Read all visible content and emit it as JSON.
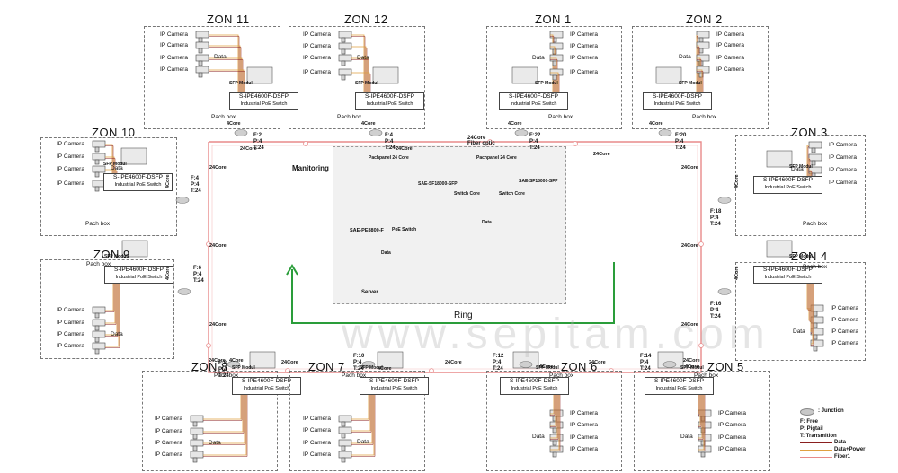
{
  "zones": [
    {
      "id": "z11",
      "title": "ZON 11",
      "switch": "S-IPE4600F-DSFP",
      "switch_sub": "Industrial PoE Switch",
      "sfp": "SFP Modul",
      "pach": "Pach box",
      "data": "Data",
      "cams": [
        "IP Camera",
        "IP Camera",
        "IP Camera",
        "IP Camera"
      ],
      "core": "4Core",
      "fpt": [
        "F:2",
        "P:4",
        "T:24"
      ]
    },
    {
      "id": "z12",
      "title": "ZON 12",
      "switch": "S-IPE4600F-DSFP",
      "switch_sub": "Industrial PoE Switch",
      "sfp": "SFP Modul",
      "pach": "Pach box",
      "data": "Data",
      "cams": [
        "IP Camera",
        "IP Camera",
        "IP Camera",
        "IP Camera"
      ],
      "core": "4Core",
      "fpt": [
        "F:4",
        "P:4",
        "T:24"
      ]
    },
    {
      "id": "z1",
      "title": "ZON 1",
      "switch": "S-IPE4600F-DSFP",
      "switch_sub": "Industrial PoE Switch",
      "sfp": "SFP Modul",
      "pach": "Pach box",
      "data": "Data",
      "cams": [
        "IP Camera",
        "IP Camera",
        "IP Camera",
        "IP Camera"
      ],
      "core": "4Core",
      "fpt": [
        "F:22",
        "P:4",
        "T:24"
      ]
    },
    {
      "id": "z2",
      "title": "ZON 2",
      "switch": "S-IPE4600F-DSFP",
      "switch_sub": "Industrial PoE Switch",
      "sfp": "SFP Modul",
      "pach": "Pach box",
      "data": "Data",
      "cams": [
        "IP Camera",
        "IP Camera",
        "IP Camera",
        "IP Camera"
      ],
      "core": "4Core",
      "fpt": [
        "F:20",
        "P:4",
        "T:24"
      ]
    },
    {
      "id": "z10",
      "title": "ZON 10",
      "switch": "S-IPE4600F-DSFP",
      "switch_sub": "Industrial PoE Switch",
      "sfp": "SFP Modul",
      "pach": "Pach box",
      "data": "Data",
      "cams": [
        "IP Camera",
        "IP Camera",
        "IP Camera",
        "IP Camera"
      ],
      "core": "4Core",
      "fpt": [
        "F:4",
        "P:4",
        "T:24"
      ]
    },
    {
      "id": "z3",
      "title": "ZON 3",
      "switch": "S-IPE4600F-DSFP",
      "switch_sub": "Industrial PoE Switch",
      "sfp": "SFP Modul",
      "pach": "Pach box",
      "data": "Data",
      "cams": [
        "IP Camera",
        "IP Camera",
        "IP Camera",
        "IP Camera"
      ],
      "core": "4Core",
      "fpt": [
        "F:18",
        "P:4",
        "T:24"
      ]
    },
    {
      "id": "z9",
      "title": "ZON 9",
      "switch": "S-IPE4600F-DSFP",
      "switch_sub": "Industrial PoE Switch",
      "sfp": "SFP Modul",
      "pach": "Pach box",
      "data": "Data",
      "cams": [
        "IP Camera",
        "IP Camera",
        "IP Camera",
        "IP Camera"
      ],
      "core": "4Core",
      "fpt": [
        "F:6",
        "P:4",
        "T:24"
      ]
    },
    {
      "id": "z4",
      "title": "ZON 4",
      "switch": "S-IPE4600F-DSFP",
      "switch_sub": "Industrial PoE Switch",
      "sfp": "SFP Modul",
      "pach": "Pach box",
      "data": "Data",
      "cams": [
        "IP Camera",
        "IP Camera",
        "IP Camera",
        "IP Camera"
      ],
      "core": "4Core",
      "fpt": [
        "F:16",
        "P:4",
        "T:24"
      ]
    },
    {
      "id": "z8",
      "title": "ZON 8",
      "switch": "S-IPE4600F-DSFP",
      "switch_sub": "Industrial PoE Switch",
      "sfp": "SFP Modul",
      "pach": "Pach box",
      "data": "Data",
      "cams": [
        "IP Camera",
        "IP Camera",
        "IP Camera",
        "IP Camera"
      ],
      "core": "4Core",
      "fpt": [
        "F:8",
        "P:4",
        "T:24"
      ]
    },
    {
      "id": "z7",
      "title": "ZON 7",
      "switch": "S-IPE4600F-DSFP",
      "switch_sub": "Industrial PoE Switch",
      "sfp": "SFP Modul",
      "pach": "Pach box",
      "data": "Data",
      "cams": [
        "IP Camera",
        "IP Camera",
        "IP Camera",
        "IP Camera"
      ],
      "core": "4Core",
      "fpt": [
        "F:10",
        "P:4",
        "T:24"
      ]
    },
    {
      "id": "z6",
      "title": "ZON 6",
      "switch": "S-IPE4600F-DSFP",
      "switch_sub": "Industrial PoE Switch",
      "sfp": "SFP Modul",
      "pach": "Pach box",
      "data": "Data",
      "cams": [
        "IP Camera",
        "IP Camera",
        "IP Camera",
        "IP Camera"
      ],
      "core": "4Core",
      "fpt": [
        "F:12",
        "P:4",
        "T:24"
      ]
    },
    {
      "id": "z5",
      "title": "ZON 5",
      "switch": "S-IPE4600F-DSFP",
      "switch_sub": "Industrial PoE Switch",
      "sfp": "SFP Modul",
      "pach": "Pach box",
      "data": "Data",
      "cams": [
        "IP Camera",
        "IP Camera",
        "IP Camera",
        "IP Camera"
      ],
      "core": "4Core",
      "fpt": [
        "F:14",
        "P:4",
        "T:24"
      ]
    }
  ],
  "ring_core_labels": [
    "24Core",
    "24Core",
    "24Core",
    "24Core",
    "24Core",
    "24Core",
    "24Core",
    "24Core",
    "24Core",
    "24Core",
    "24Core",
    "24Core",
    "24Core",
    "24Core"
  ],
  "fiber_optic": "Fiber optic",
  "fiber_core": "24Core",
  "monitoring": {
    "title": "Manitoring",
    "patchpanel_1": "Pachpanel 24 Core",
    "patchpanel_2": "Pachpanel 24 Core",
    "sfp_1": "SAE-SF18000-SFP",
    "sfp_2": "SAE-SF18000-SFP",
    "core_1": "Switch Core",
    "core_2": "Switch Core",
    "poe_model": "SAE-PE8800-F",
    "poe_label": "PoE Switch",
    "data_1": "Data",
    "data_2": "Data",
    "server": "Server"
  },
  "ring_label": "Ring",
  "watermark": "www.sepitam.com",
  "legend": {
    "junction": ": Junction",
    "free": "F: Free",
    "pigtail": "P: Pigtail",
    "transmition": "T: Transmition",
    "data": "Data",
    "data_power": "Data+Power",
    "fiber": "Fiber1"
  },
  "colors": {
    "fiber": "#e88a8a",
    "data": "#8a1f1f",
    "power": "#e0a040",
    "ring": "#2a9d3a"
  }
}
